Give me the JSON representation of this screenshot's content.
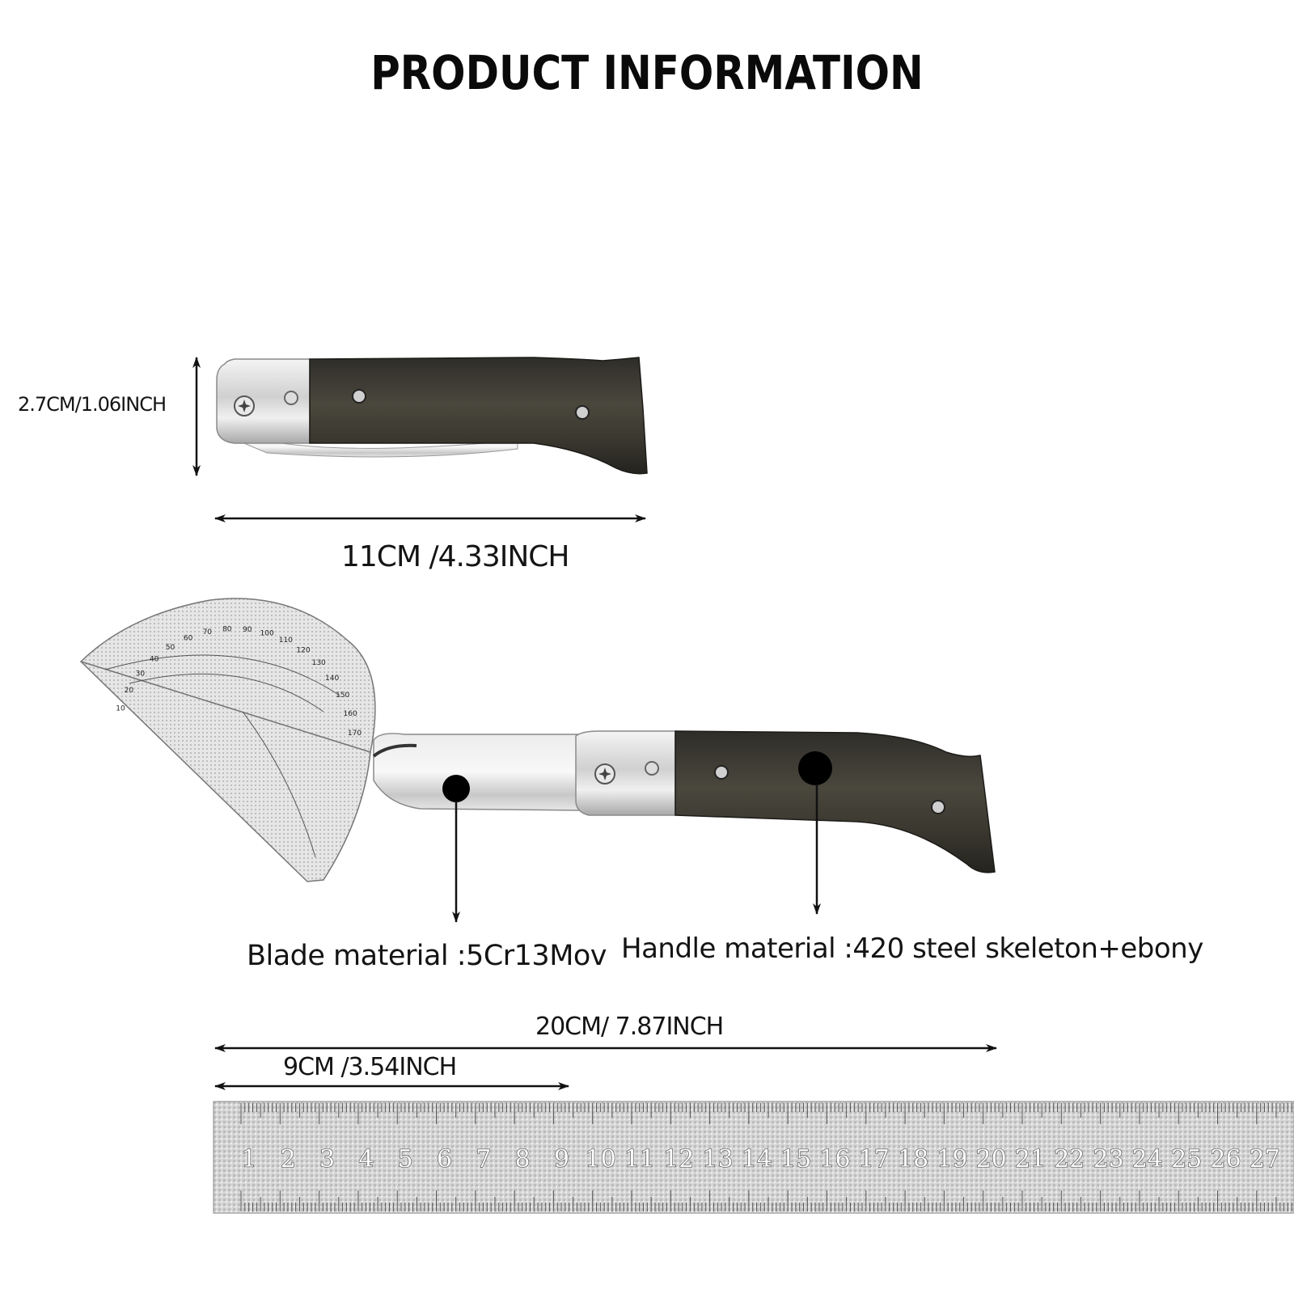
{
  "title": "PRODUCT INFORMATION",
  "dimensions": {
    "handle_height": "2.7CM/1.06INCH",
    "closed_length": "11CM /4.33INCH",
    "overall_length": "20CM/ 7.87INCH",
    "blade_length": "9CM /3.54INCH"
  },
  "materials": {
    "blade": "Blade material :5Cr13Mov",
    "handle": "Handle material :420 steel skeleton+ebony"
  },
  "ruler": {
    "numbers": [
      "1",
      "2",
      "3",
      "4",
      "5",
      "6",
      "7",
      "8",
      "9",
      "10",
      "11",
      "12",
      "13",
      "14",
      "15",
      "16",
      "17",
      "18",
      "19",
      "20",
      "21",
      "22",
      "23",
      "24",
      "25",
      "26",
      "27"
    ]
  },
  "protractor": {
    "numbers": [
      "10",
      "20",
      "30",
      "40",
      "50",
      "60",
      "70",
      "80",
      "90",
      "100",
      "110",
      "120",
      "130",
      "140",
      "150",
      "160",
      "170"
    ]
  },
  "colors": {
    "ebony": "#3b3a33",
    "steel": "#d8d8d8",
    "text": "#111111"
  }
}
